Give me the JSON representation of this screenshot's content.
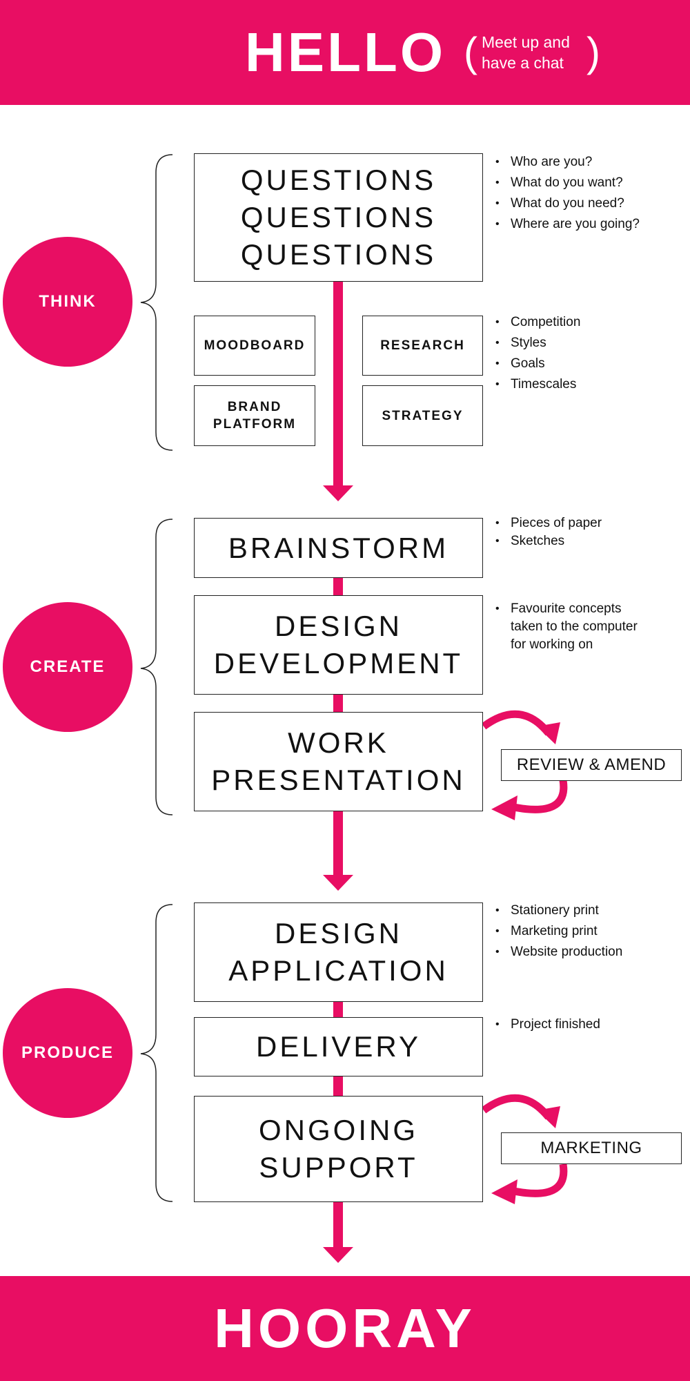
{
  "header": {
    "title": "HELLO",
    "subtitle_line1": "Meet up and",
    "subtitle_line2": "have a chat",
    "background_color": "#e80e63"
  },
  "footer": {
    "title": "HOORAY",
    "background_color": "#e80e63"
  },
  "accent_color": "#e80e63",
  "phases": {
    "think": "THINK",
    "create": "CREATE",
    "produce": "PRODUCE"
  },
  "boxes": {
    "questions": "QUESTIONS\nQUESTIONS\nQUESTIONS",
    "moodboard": "MOODBOARD",
    "research": "RESEARCH",
    "brand_platform": "BRAND\nPLATFORM",
    "strategy": "STRATEGY",
    "brainstorm": "BRAINSTORM",
    "design_development": "DESIGN\nDEVELOPMENT",
    "work_presentation": "WORK\nPRESENTATION",
    "review_amend": "REVIEW & AMEND",
    "design_application": "DESIGN\nAPPLICATION",
    "delivery": "DELIVERY",
    "ongoing_support": "ONGOING\nSUPPORT",
    "marketing": "MARKETING"
  },
  "notes": {
    "questions": [
      "Who are you?",
      "What do you want?",
      "What do you need?",
      "Where are you going?"
    ],
    "research": [
      "Competition",
      "Styles",
      "Goals",
      "Timescales"
    ],
    "brainstorm": [
      "Pieces of paper",
      "Sketches"
    ],
    "design_development": [
      "Favourite concepts\ntaken to the computer\nfor working on"
    ],
    "design_application": [
      "Stationery print",
      "Marketing print",
      "Website production"
    ],
    "delivery": [
      "Project finished"
    ]
  }
}
